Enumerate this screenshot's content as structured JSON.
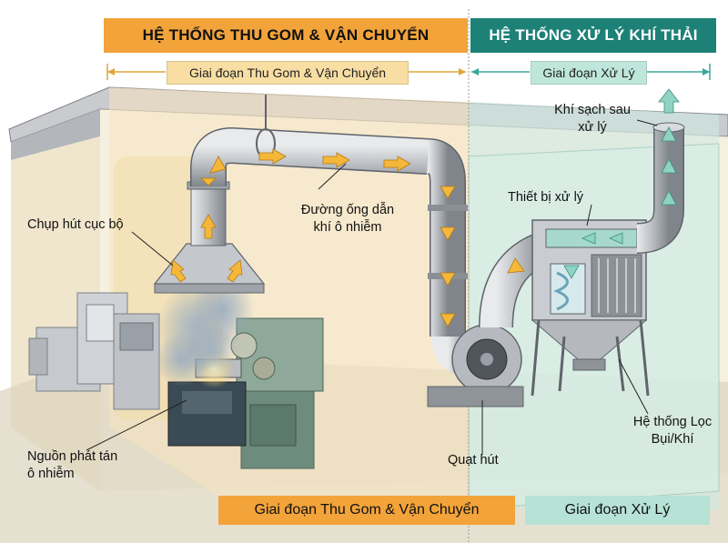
{
  "headers": {
    "collection_system": "HỆ THỐNG THU GOM & VẬN CHUYỂN",
    "treatment_system": "HỆ THỐNG XỬ LÝ KHÍ THẢI"
  },
  "phase_labels": {
    "collection_top": "Giai đoạn Thu Gom & Vận Chuyển",
    "treatment_top": "Giai đoạn Xử Lý",
    "collection_bottom": "Giai đoạn Thu Gom & Vận Chuyển",
    "treatment_bottom": "Giai đoạn Xử Lý"
  },
  "callouts": {
    "clean_air": [
      "Khí sạch sau",
      "xử lý"
    ],
    "treatment_device": "Thiết bị xử lý",
    "duct": [
      "Đường ống dẫn",
      "khí ô nhiễm"
    ],
    "hood": "Chụp hút cục bộ",
    "pollution_source": [
      "Nguồn phát tán",
      "ô nhiễm"
    ],
    "fan": "Quạt hút",
    "filter_system": [
      "Hệ thống Lọc",
      "Bụi/Khí"
    ]
  },
  "colors": {
    "collection_header": "#f2a33a",
    "treatment_header": "#1e8178",
    "collection_zone": "#f7e4bf",
    "treatment_zone": "#cfe8e0",
    "flow_arrow_dirty": "#f5b73a",
    "flow_arrow_clean": "#8fd3c3"
  }
}
